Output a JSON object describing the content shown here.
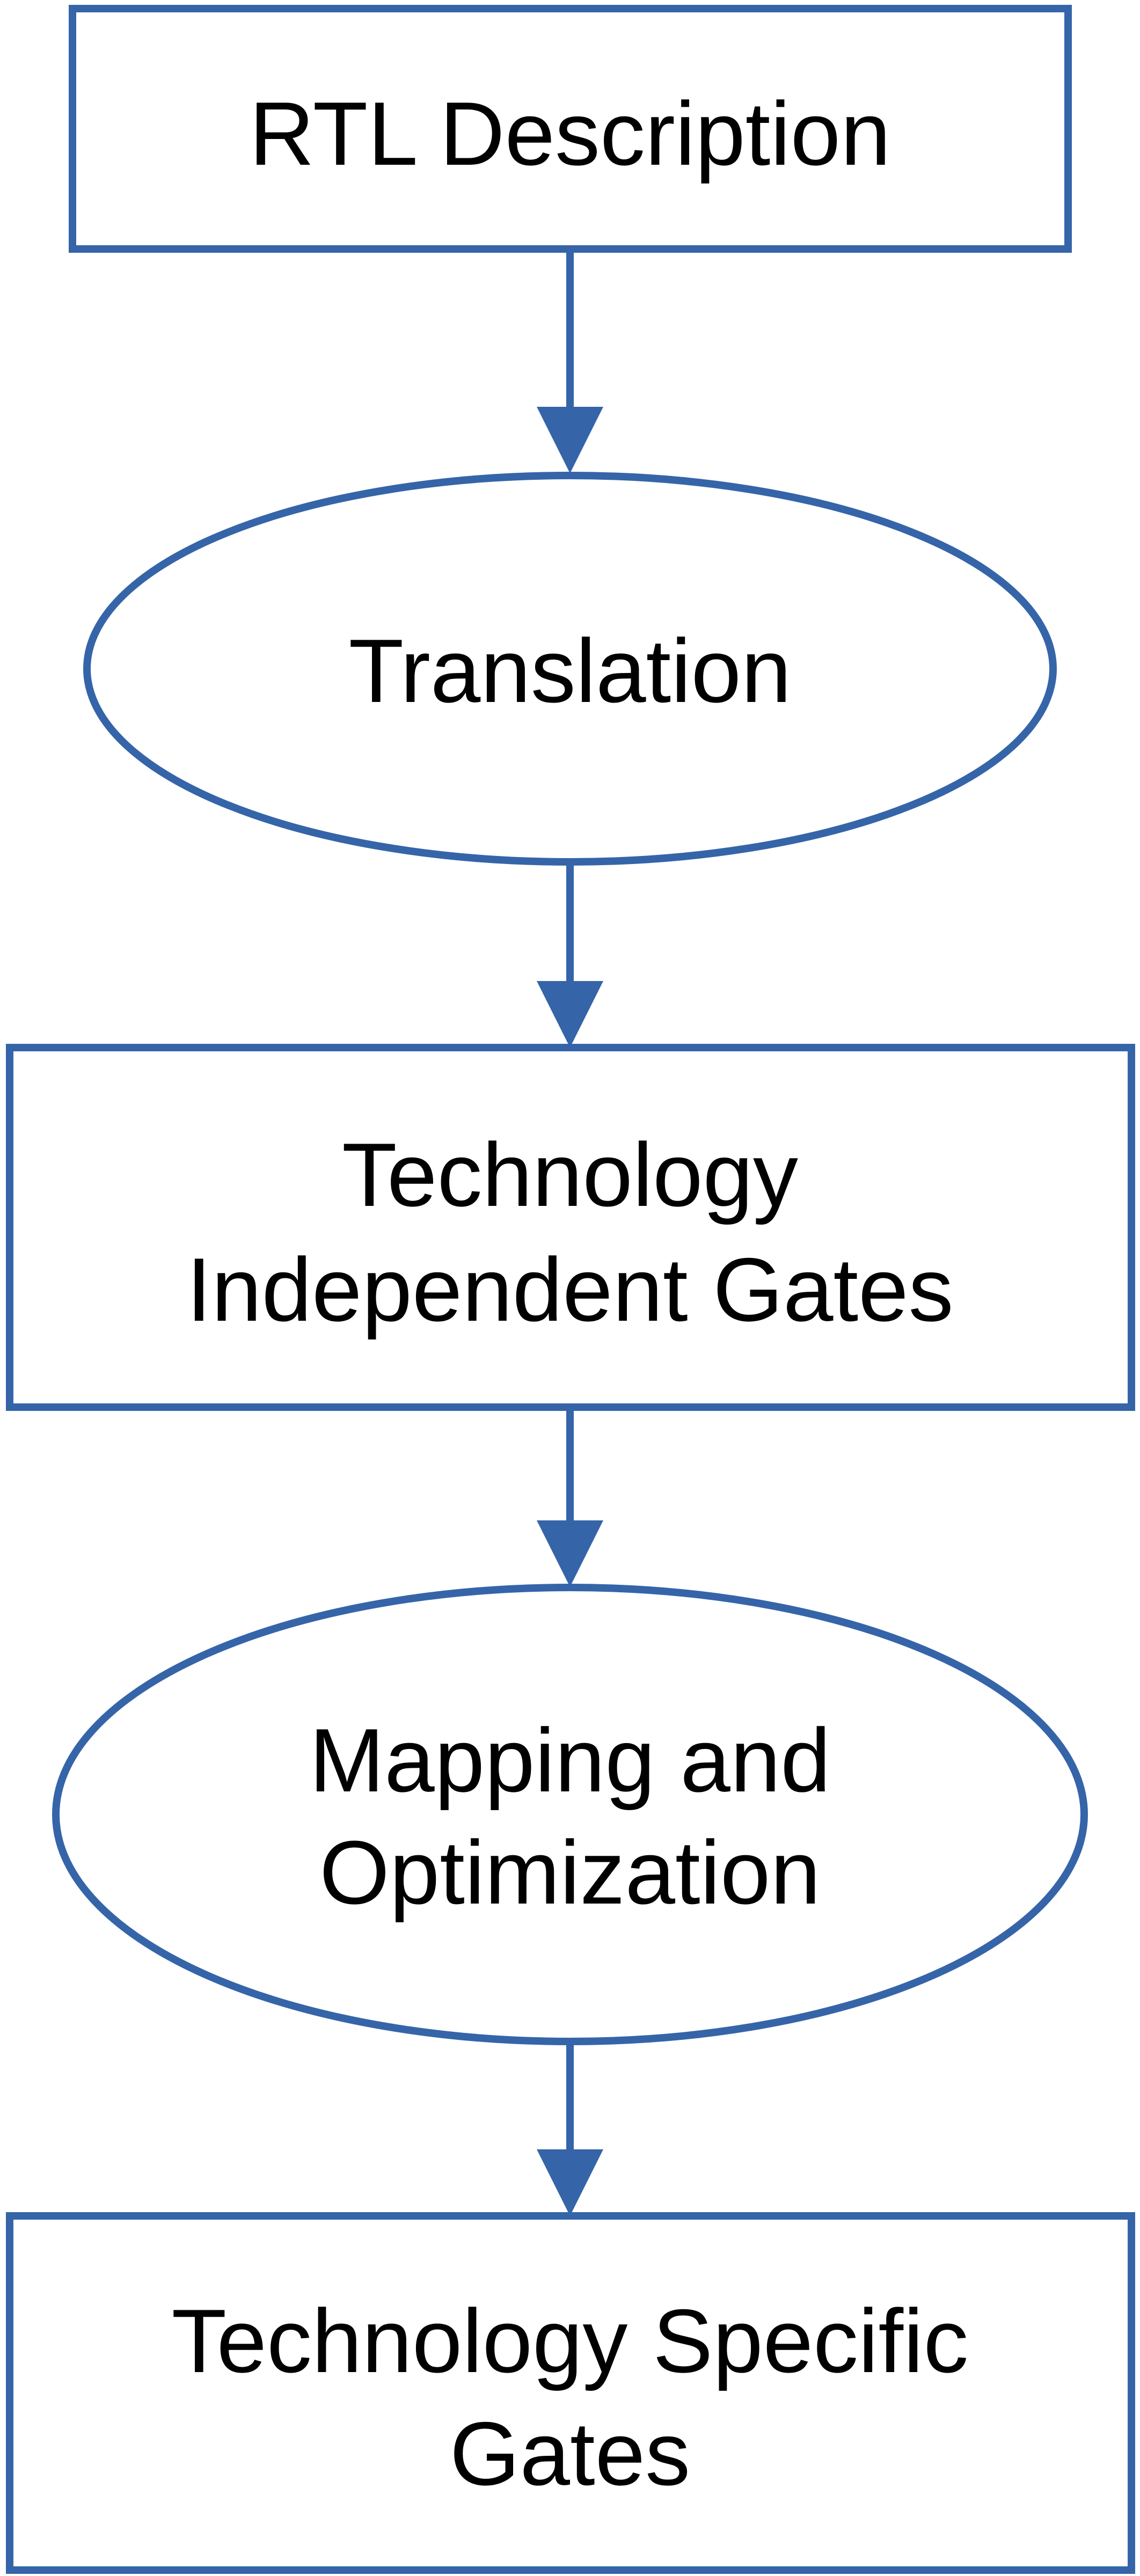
{
  "colors": {
    "stroke": "#3565a8",
    "arrow": "#3565a8",
    "text": "#000000",
    "background": "#ffffff"
  },
  "nodes": [
    {
      "id": "rtl-description",
      "shape": "rectangle",
      "lines": [
        "RTL Description"
      ]
    },
    {
      "id": "translation",
      "shape": "ellipse",
      "lines": [
        "Translation"
      ]
    },
    {
      "id": "technology-independent-gates",
      "shape": "rectangle",
      "lines": [
        "Technology",
        "Independent Gates"
      ]
    },
    {
      "id": "mapping-and-optimization",
      "shape": "ellipse",
      "lines": [
        "Mapping and",
        "Optimization"
      ]
    },
    {
      "id": "technology-specific-gates",
      "shape": "rectangle",
      "lines": [
        "Technology Specific",
        "Gates"
      ]
    }
  ],
  "edges": [
    {
      "from": "rtl-description",
      "to": "translation"
    },
    {
      "from": "translation",
      "to": "technology-independent-gates"
    },
    {
      "from": "technology-independent-gates",
      "to": "mapping-and-optimization"
    },
    {
      "from": "mapping-and-optimization",
      "to": "technology-specific-gates"
    }
  ]
}
